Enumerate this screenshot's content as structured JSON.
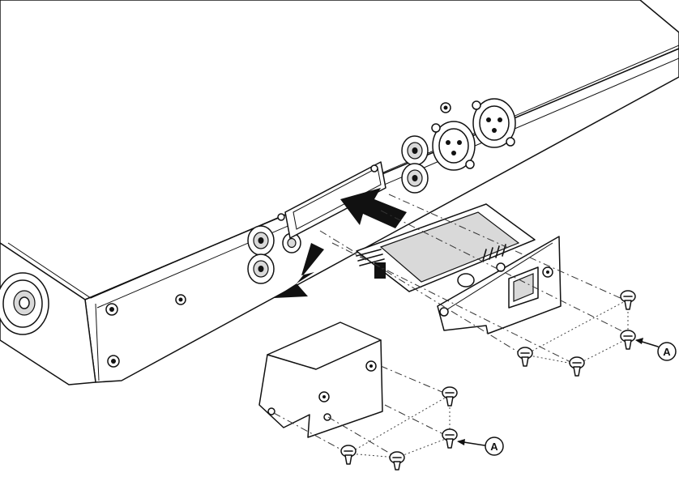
{
  "callouts": [
    {
      "id": "upper",
      "label": "A"
    },
    {
      "id": "lower",
      "label": "A"
    }
  ],
  "colors": {
    "line": "#111111",
    "background": "#ffffff",
    "shade": "#d9d9d9"
  }
}
